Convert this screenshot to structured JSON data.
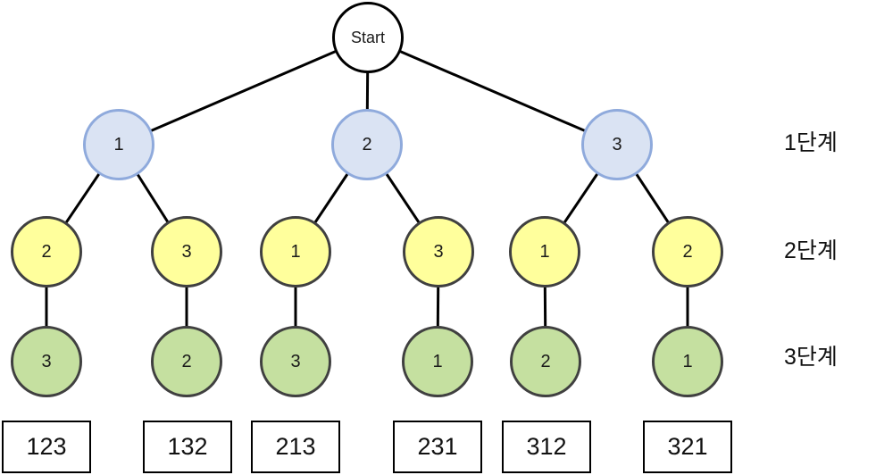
{
  "colors": {
    "background": "#ffffff",
    "edge": "#000000",
    "root_fill": "#ffffff",
    "root_border": "#000000",
    "level1_fill": "#dae3f3",
    "level1_border": "#8faadc",
    "level2_fill": "#ffff9c",
    "level2_border": "#404040",
    "level3_fill": "#c5e0a0",
    "level3_border": "#404040",
    "result_box_border": "#000000"
  },
  "tree": {
    "root_label": "Start",
    "level1_labels": [
      "1",
      "2",
      "3"
    ],
    "level2_labels": [
      "2",
      "3",
      "1",
      "3",
      "1",
      "2"
    ],
    "level3_labels": [
      "3",
      "2",
      "3",
      "1",
      "2",
      "1"
    ],
    "results": [
      "123",
      "132",
      "213",
      "231",
      "312",
      "321"
    ],
    "stage_labels": [
      "1단계",
      "2단계",
      "3단계"
    ]
  }
}
